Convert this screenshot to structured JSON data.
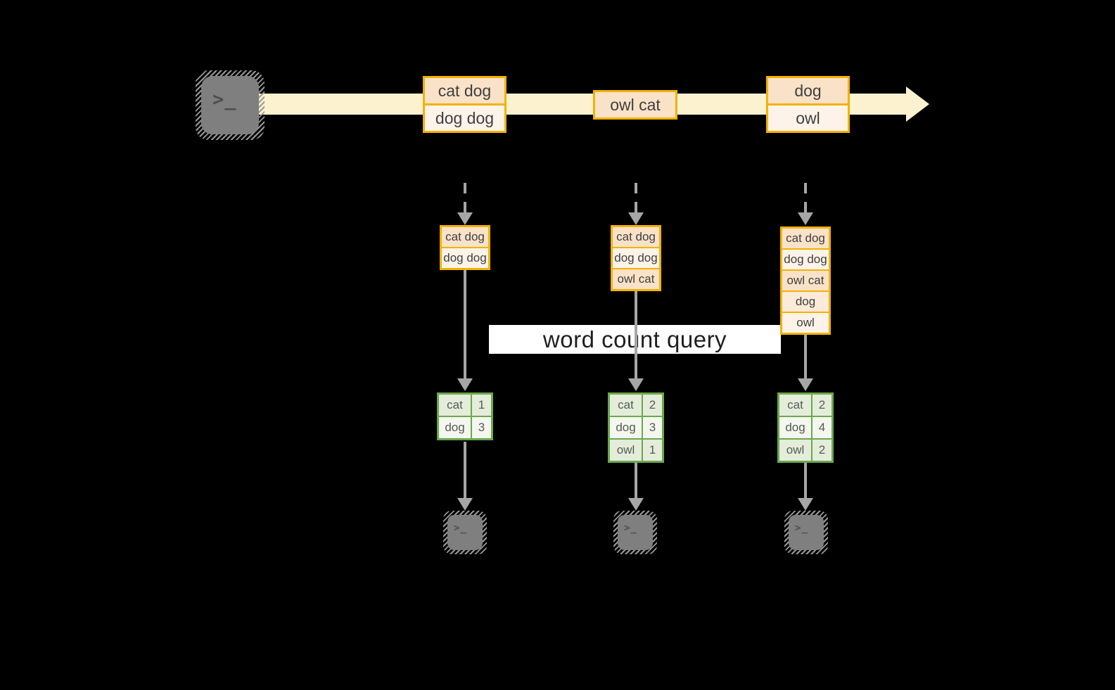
{
  "colors": {
    "background": "#000000",
    "stream_fill": "#FCF2CF",
    "record_border": "#F2B200",
    "record_fill_dark": "#F9E2C7",
    "record_fill_light": "#FDF3E8",
    "table_border": "#6BA84F",
    "table_fill_green": "#E4EDDA",
    "table_fill_white": "#F3F7EE",
    "arrow_gray": "#A6A6A6",
    "terminal_gray": "#7F7F7F"
  },
  "terminal": {
    "glyph": ">_"
  },
  "stream": {
    "messages": [
      {
        "lines": [
          "cat dog",
          "dog dog"
        ]
      },
      {
        "lines": [
          "owl cat"
        ]
      },
      {
        "lines": [
          "dog",
          "owl"
        ]
      }
    ]
  },
  "query": {
    "label": "word count query"
  },
  "columns": [
    {
      "buffer": [
        "cat dog",
        "dog dog"
      ],
      "counts": [
        {
          "word": "cat",
          "count": "1"
        },
        {
          "word": "dog",
          "count": "3"
        }
      ]
    },
    {
      "buffer": [
        "cat dog",
        "dog dog",
        "owl cat"
      ],
      "counts": [
        {
          "word": "cat",
          "count": "2"
        },
        {
          "word": "dog",
          "count": "3"
        },
        {
          "word": "owl",
          "count": "1"
        }
      ]
    },
    {
      "buffer": [
        "cat dog",
        "dog dog",
        "owl cat",
        "dog",
        "owl"
      ],
      "counts": [
        {
          "word": "cat",
          "count": "2"
        },
        {
          "word": "dog",
          "count": "4"
        },
        {
          "word": "owl",
          "count": "2"
        }
      ]
    }
  ]
}
